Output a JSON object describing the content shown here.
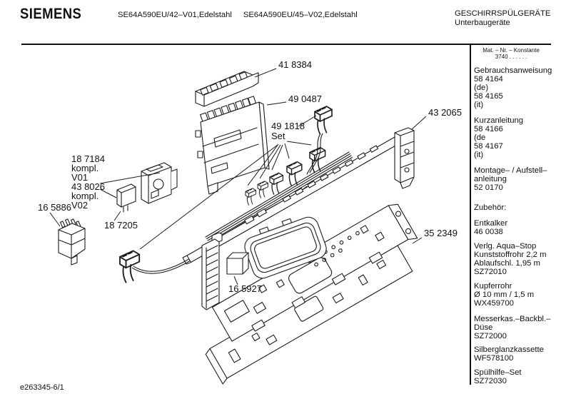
{
  "header": {
    "brand": "SIEMENS",
    "model_left": "SE64A590EU/42–V01,Edelstahl",
    "model_right": "SE64A590EU/45–V02,Edelstahl",
    "category": "GESCHIRRSPÜLGERÄTE",
    "subcategory": "Unterbaugeräte"
  },
  "sidebar": {
    "mat_line1": "Mat. – Nr. – Konstante",
    "mat_line2": "3740 .  .    .  .  .  .",
    "groups": [
      {
        "lines": [
          "Gebrauchsanweisung",
          "58 4164",
          "(de)",
          "58 4165",
          "(it)"
        ]
      },
      {
        "lines": [
          "Kurzanleitung",
          "58 4166",
          "(de",
          "58 4167",
          "(it)"
        ]
      },
      {
        "lines": [
          "Montage– / Aufstell–",
          "anleitung",
          "52 0170"
        ]
      },
      {
        "lines": [
          "Zubehör:"
        ]
      },
      {
        "lines": [
          "Entkalker",
          "46 0038"
        ]
      },
      {
        "lines": [
          "Verlg. Aqua–Stop",
          "Kunststoffrohr 2,2 m",
          "Ablaufschl. 1,95 m",
          "SZ72010"
        ]
      },
      {
        "lines": [
          "Kupferrohr",
          "Ø 10 mm / 1,5 m",
          "WX459700"
        ]
      },
      {
        "lines": [
          "Messerkas.–Backbl.–",
          "Düse",
          "SZ72000"
        ]
      },
      {
        "lines": [
          "Silberglanzkassette",
          "WF578100"
        ]
      },
      {
        "lines": [
          "Spülhilfe–Set",
          "SZ72030"
        ]
      }
    ]
  },
  "diagram": {
    "labels": {
      "part_418384": "41 8384",
      "part_490487": "49 0487",
      "part_491818": "49 1818",
      "part_491818_set": "Set",
      "part_432065": "43 2065",
      "latch_lines": [
        "18 7184",
        "kompl.",
        "V01",
        "43 8026",
        "kompl.",
        "V02"
      ],
      "part_165886": "16 5886",
      "part_187205": "18 7205",
      "part_165927": "16 5927",
      "part_352349": "35 2349"
    }
  },
  "footer": {
    "doc_number": "e263345-6/1"
  }
}
